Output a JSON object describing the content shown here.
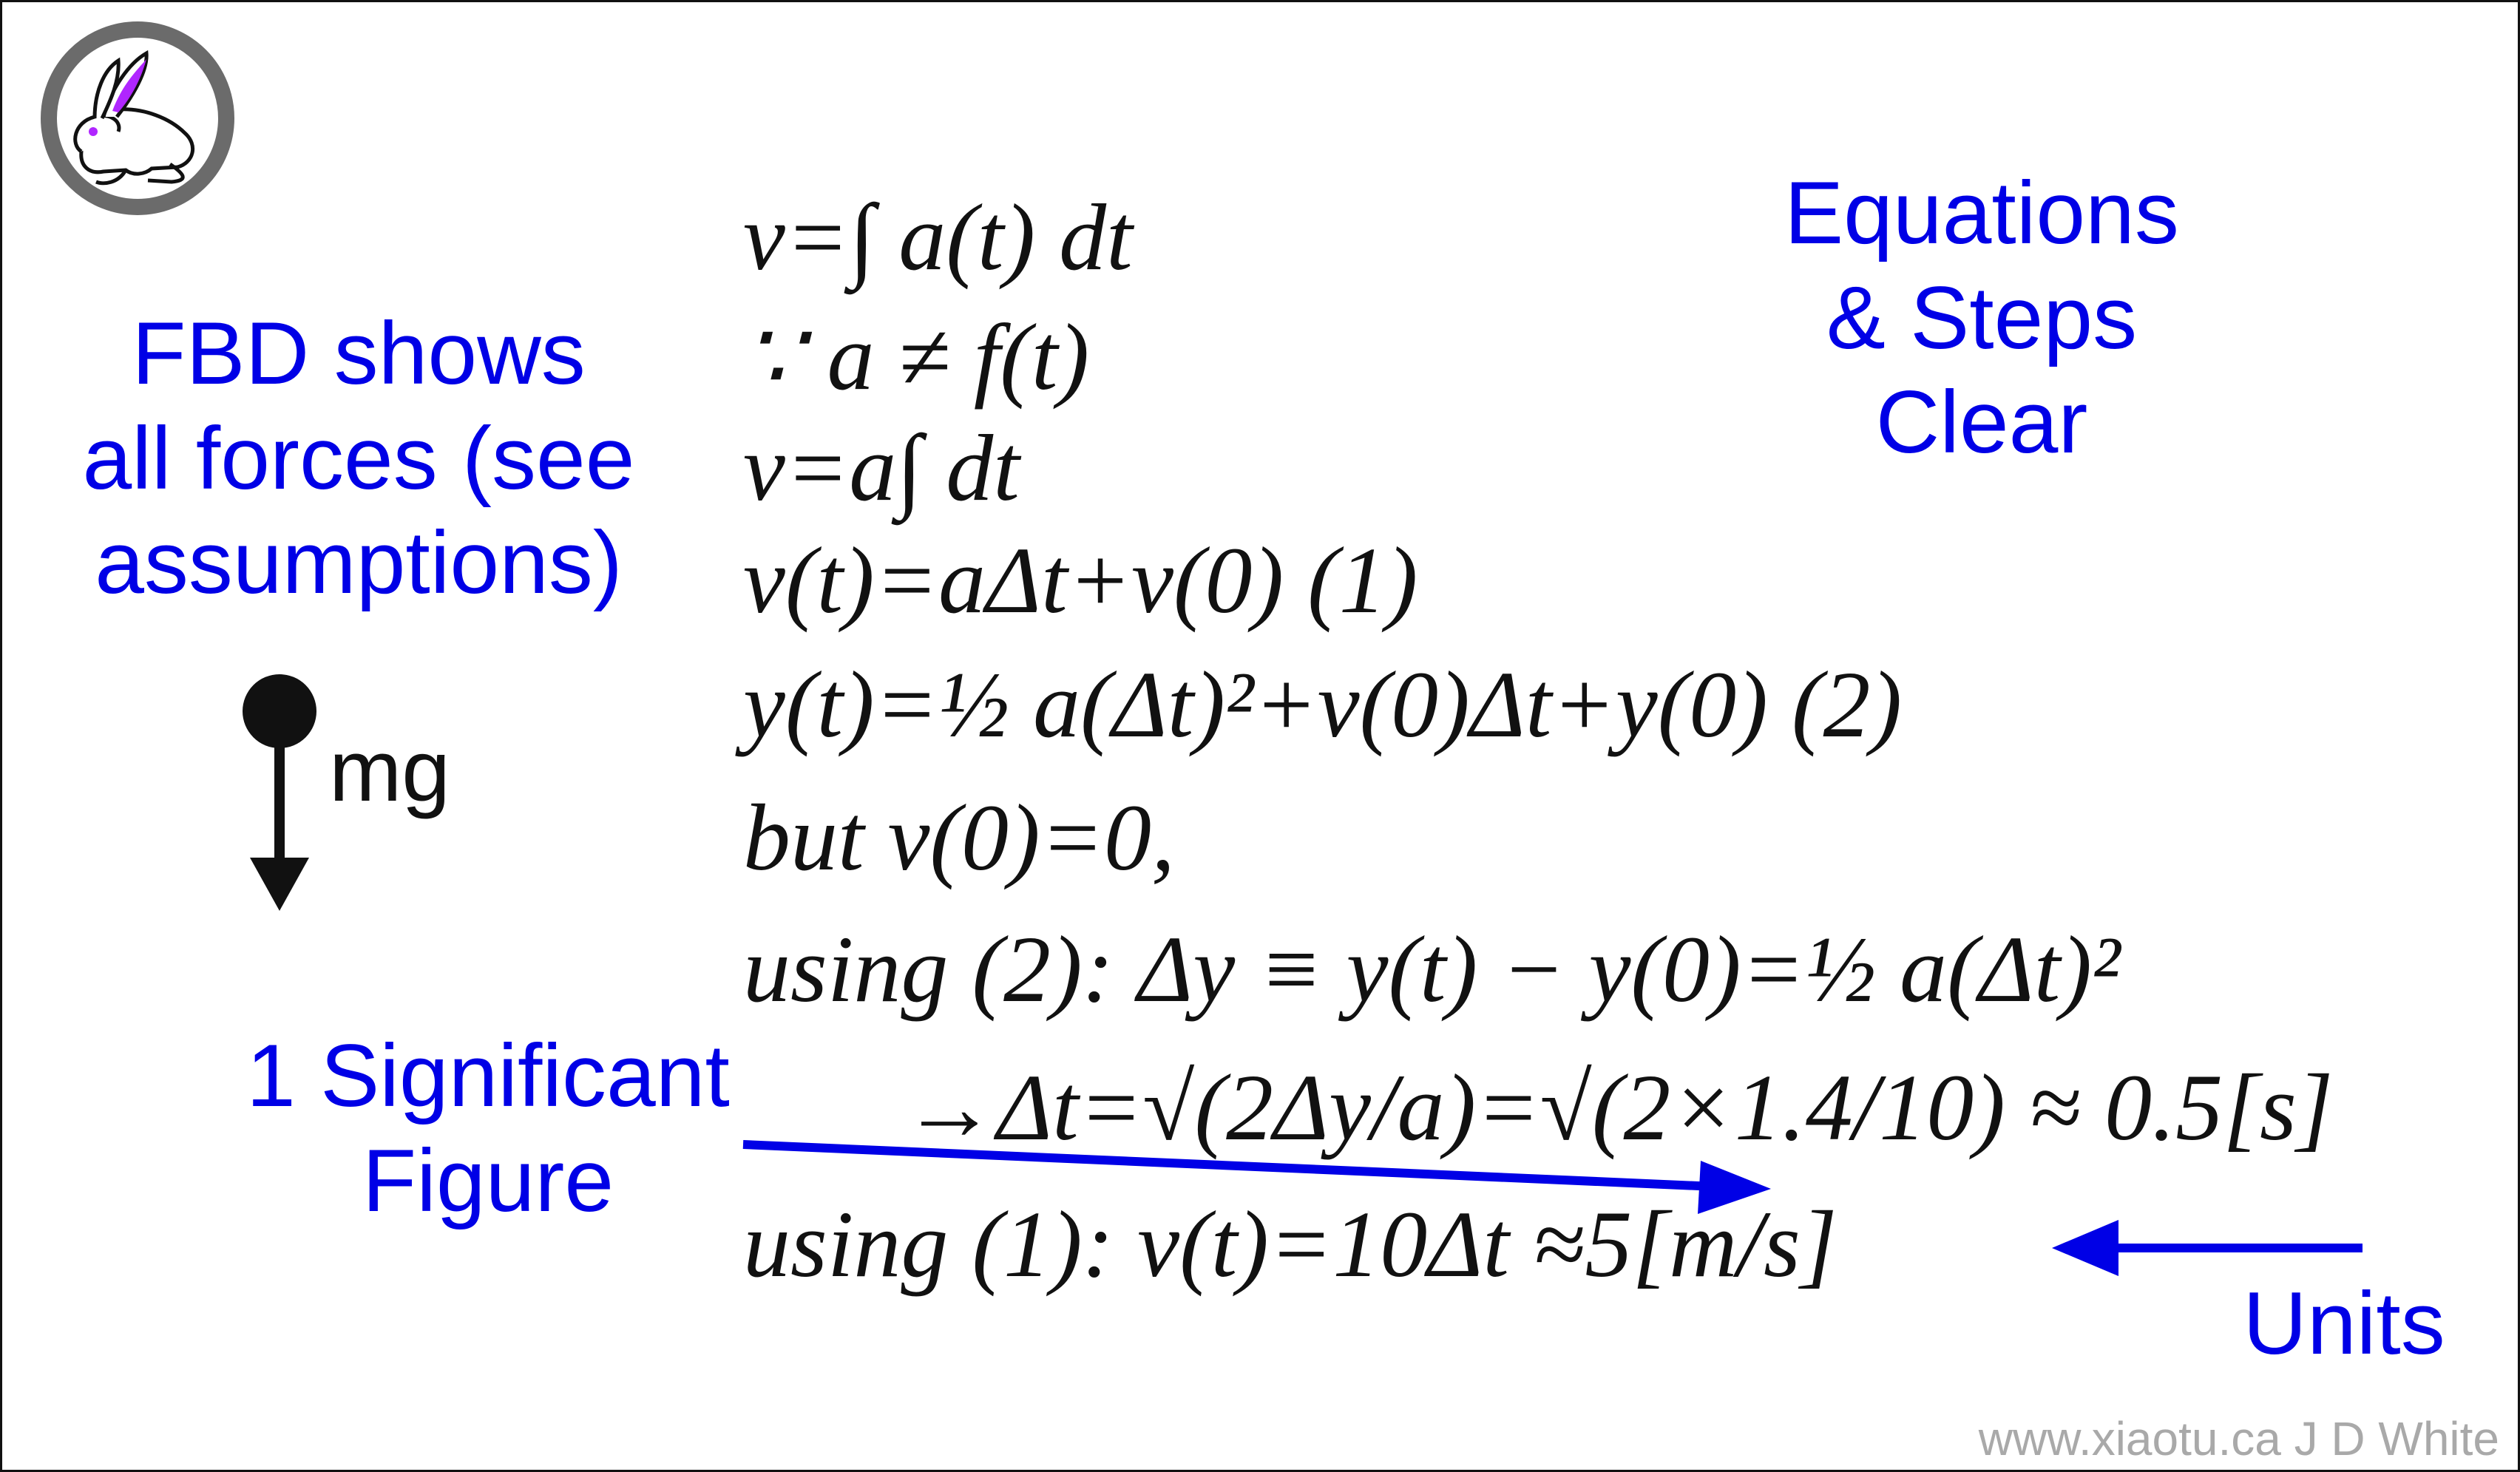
{
  "notes": {
    "fbd": [
      "FBD shows",
      "all forces (see",
      "assumptions)"
    ],
    "equations": [
      "Equations",
      "& Steps",
      "Clear"
    ],
    "sigfig": [
      "1 Significant",
      "Figure"
    ],
    "units": "Units"
  },
  "fbd_force_label": "mg",
  "equations": [
    "v=∫ a(t) dt",
    "∵   a  ≠   f(t)",
    "v=a∫ dt",
    "v(t)=aΔt+v(0)    (1)",
    "y(t)=½ a(Δt)²+v(0)Δt+y(0)    (2)",
    "but v(0)=0,",
    "using  (2):  Δy ≡ y(t) − y(0)=½ a(Δt)²",
    "→Δt=√(2Δy/a)=√(2×1.4/10)  ≈  0.5[s]",
    "using  (1):  v(t)=10Δt  ≈5[m/s]"
  ],
  "credit": "www.xiaotu.ca J D White",
  "colors": {
    "annotation": "#0000e6",
    "text": "#111111",
    "credit": "#a9a9a9",
    "logo_ring": "#6b6b6b",
    "logo_accent": "#b026ff"
  },
  "icons": {
    "logo": "rabbit-logo-icon",
    "force_arrow": "down-arrow-icon"
  }
}
